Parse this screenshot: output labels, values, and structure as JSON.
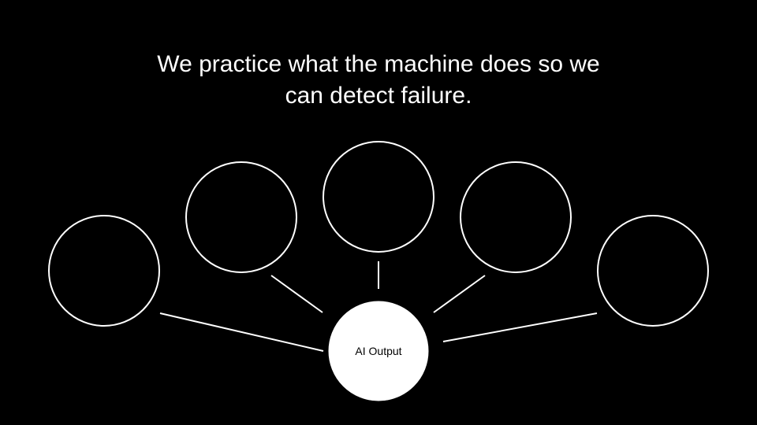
{
  "slide": {
    "title_line_1": "We practice what the machine does so we",
    "title_line_2": "can detect failure.",
    "center_node_label": "AI Output"
  },
  "colors": {
    "background": "#000000",
    "stroke": "#ffffff",
    "center_fill": "#ffffff",
    "center_text": "#000000"
  }
}
